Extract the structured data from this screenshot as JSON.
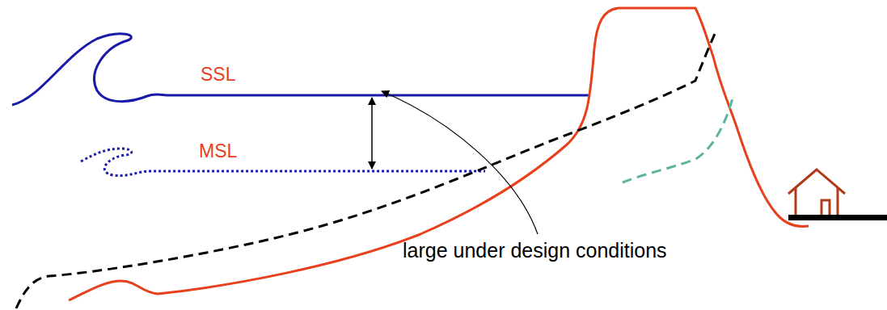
{
  "diagram": {
    "labels": [
      "SSL",
      "MSL",
      "large under design conditions"
    ]
  }
}
